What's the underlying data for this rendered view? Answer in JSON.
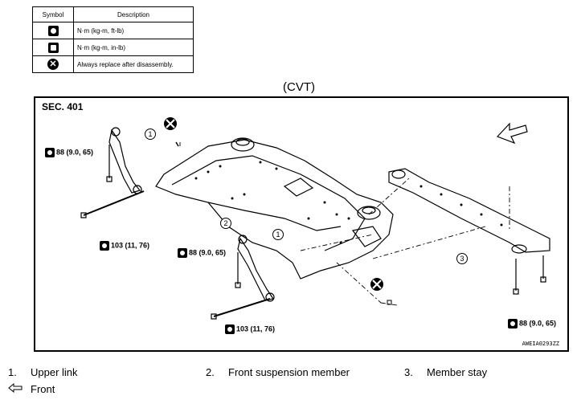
{
  "legend": {
    "header_symbol": "Symbol",
    "header_description": "Description",
    "rows": [
      {
        "icon": "torque-wrench-ftlb-icon",
        "description": "N·m (kg-m, ft-lb)"
      },
      {
        "icon": "torque-wrench-inlb-icon",
        "description": "N·m (kg-m, in-lb)"
      },
      {
        "icon": "replace-icon",
        "description": "Always replace after disassembly."
      }
    ]
  },
  "diagram": {
    "heading": "(CVT)",
    "section": "SEC. 401",
    "figure_code": "AWEIA0293ZZ",
    "torques": [
      "88 (9.0, 65)",
      "103 (11, 76)",
      "88 (9.0, 65)",
      "103 (11, 76)",
      "88 (9.0, 65)"
    ],
    "callout_numbers": [
      "1",
      "2",
      "1",
      "3"
    ]
  },
  "parts": [
    {
      "num": "1.",
      "name": "Upper link"
    },
    {
      "num": "2.",
      "name": "Front suspension member"
    },
    {
      "num": "3.",
      "name": "Member stay"
    }
  ],
  "front_label": "Front"
}
